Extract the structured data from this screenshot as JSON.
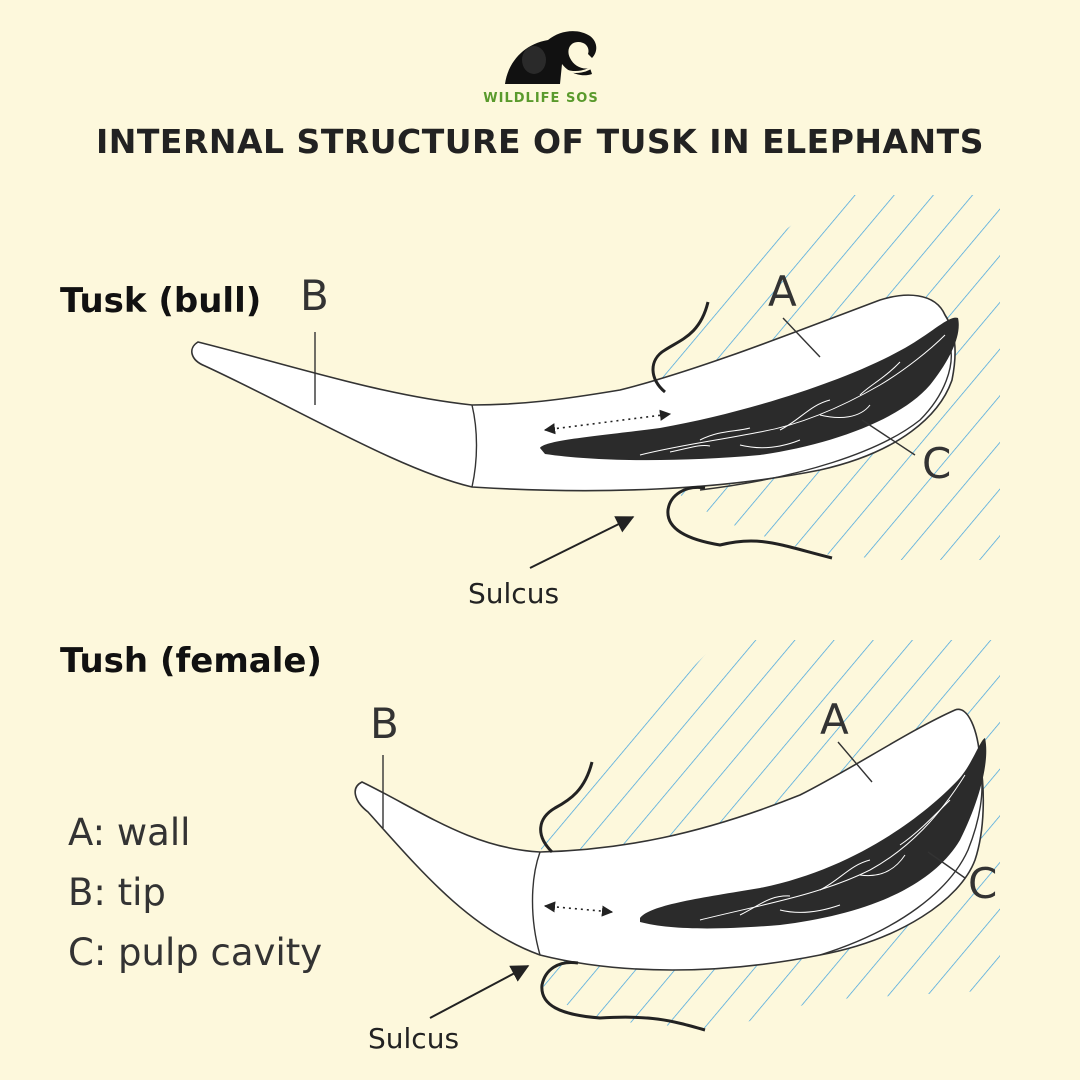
{
  "brand": {
    "logo_icon": "elephant-icon",
    "name": "WILDLIFE SOS",
    "name_color": "#5a9a2c"
  },
  "title": "INTERNAL STRUCTURE OF TUSK IN ELEPHANTS",
  "colors": {
    "background": "#fdf8dc",
    "text": "#222222",
    "outline": "#333333",
    "hatch": "#3aa0de",
    "pulp": "#2b2b2b",
    "tusk_fill": "#ffffff"
  },
  "bull": {
    "heading": "Tusk (bull)",
    "label_a": "A",
    "label_b": "B",
    "label_c": "C",
    "sulcus": "Sulcus"
  },
  "female": {
    "heading": "Tush (female)",
    "label_a": "A",
    "label_b": "B",
    "label_c": "C",
    "sulcus": "Sulcus"
  },
  "legend": [
    "A: wall",
    "B: tip",
    "C: pulp cavity"
  ]
}
